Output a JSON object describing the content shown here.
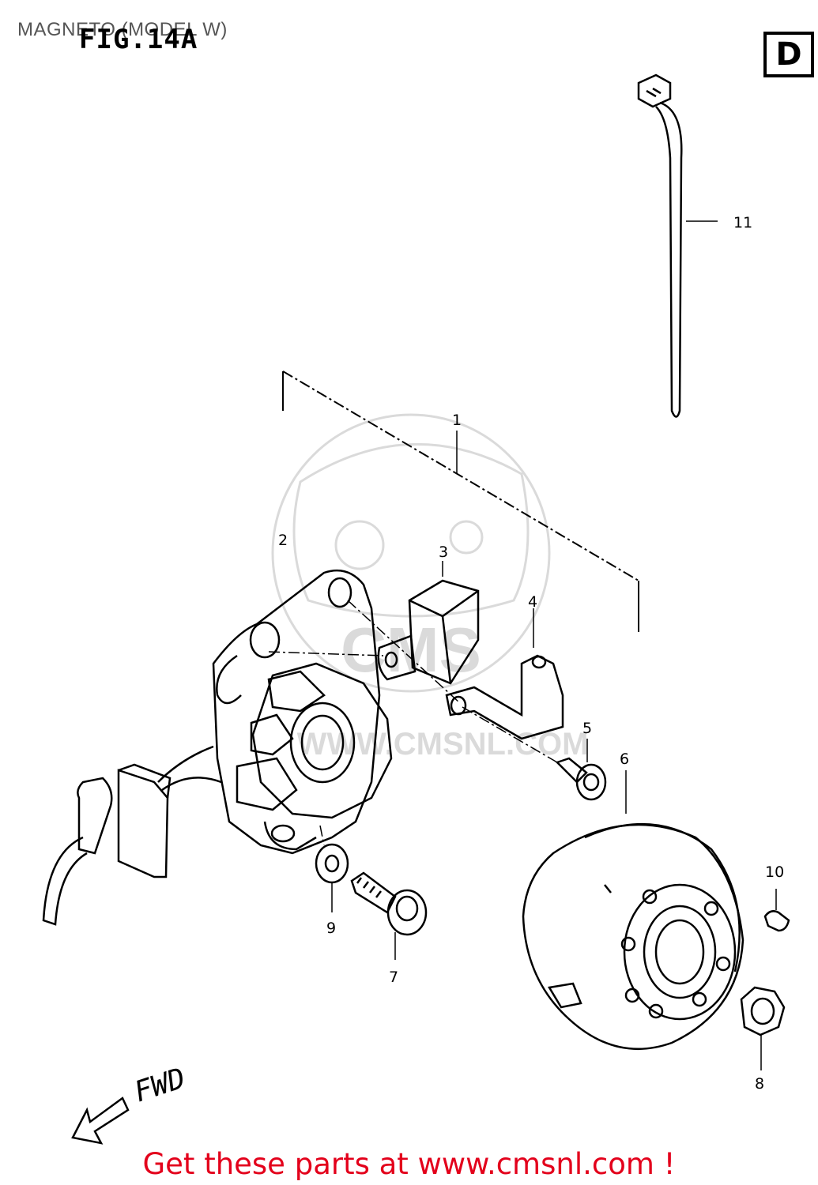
{
  "header": {
    "title": "MAGNETO (MODEL W)",
    "figure": "FIG.14A",
    "section": "D"
  },
  "parts": {
    "p1": "1",
    "p2": "2",
    "p3": "3",
    "p4": "4",
    "p5": "5",
    "p6": "6",
    "p7": "7",
    "p8": "8",
    "p9": "9",
    "p10": "10",
    "p11": "11"
  },
  "watermark": {
    "text": "WWW.CMSNL.COM",
    "brand": "CMS"
  },
  "footer": {
    "text": "Get these parts at www.cmsnl.com !",
    "color": "#e3001b"
  },
  "direction_arrow": {
    "label": "FWD"
  }
}
